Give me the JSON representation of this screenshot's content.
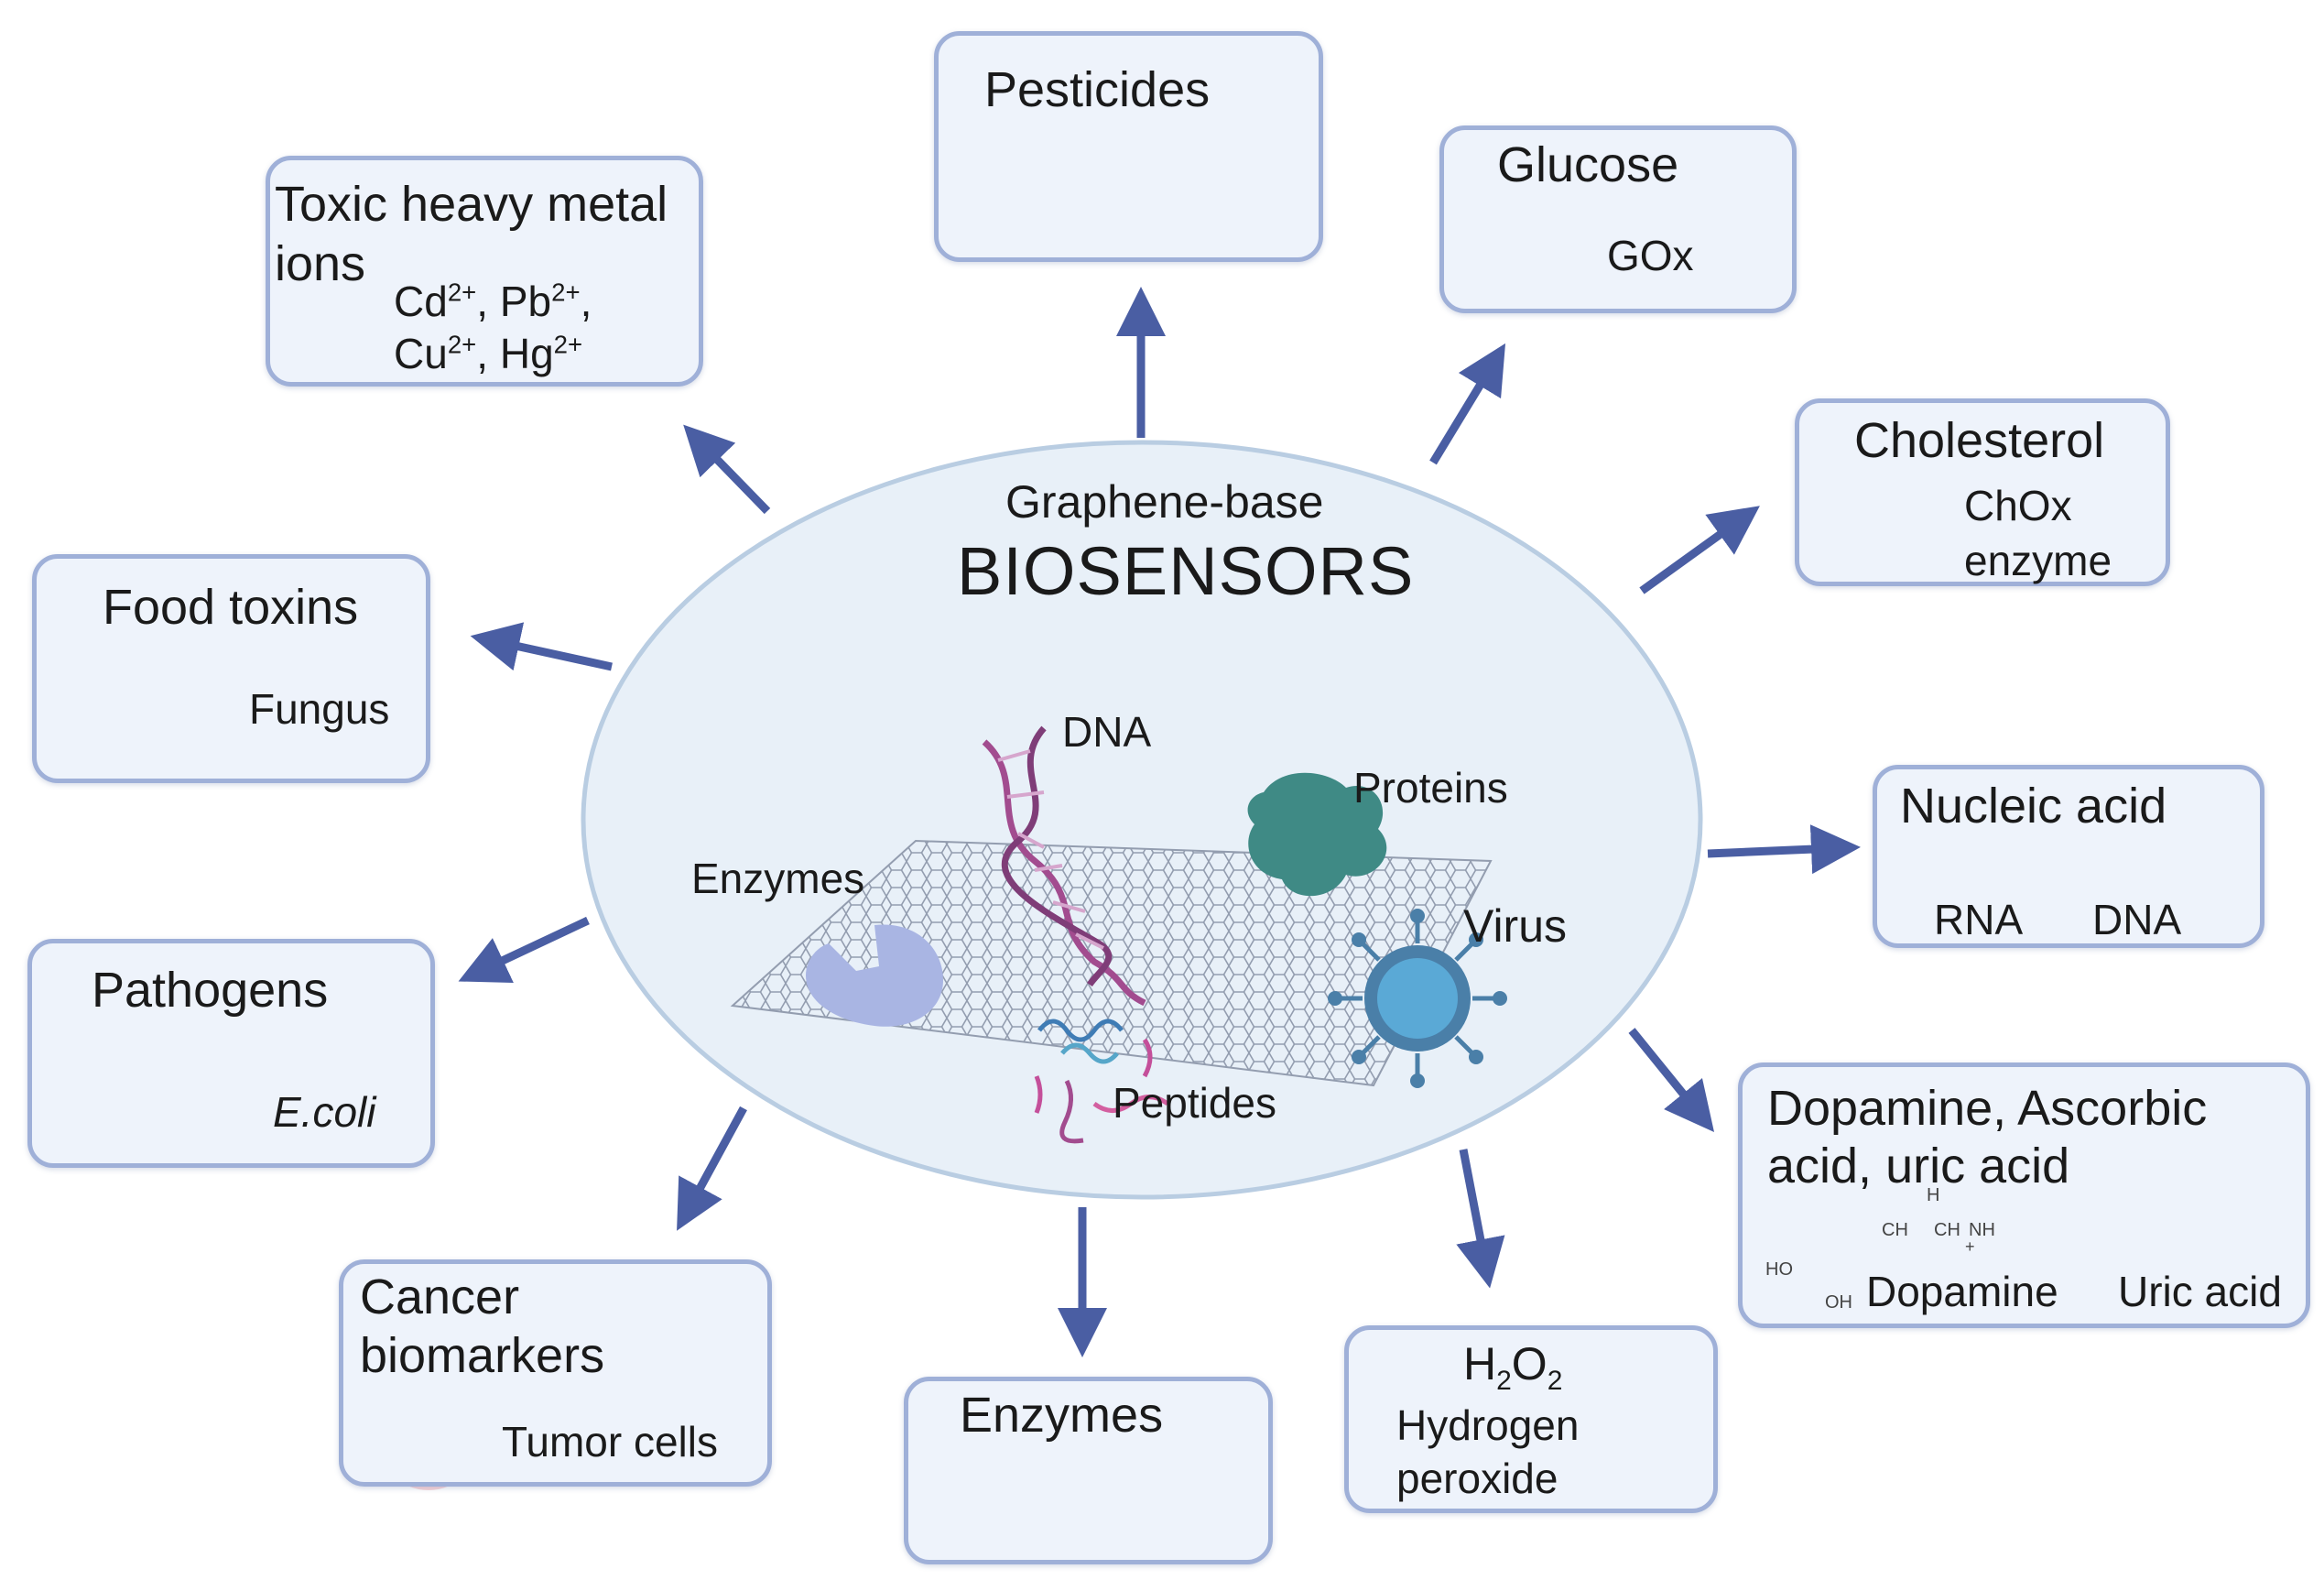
{
  "center": {
    "subtitle": "Graphene-base",
    "title": "BIOSENSORS",
    "labels": {
      "dna": "DNA",
      "proteins": "Proteins",
      "enzymes": "Enzymes",
      "virus": "Virus",
      "peptides": "Peptides"
    }
  },
  "boxes": {
    "pesticides": {
      "title": "Pesticides"
    },
    "glucose": {
      "title": "Glucose",
      "sub": "GOx"
    },
    "heavy_metals": {
      "title_line1": "Toxic heavy metal",
      "title_line2": "ions",
      "ions": [
        "Cd",
        "2+",
        "Pb",
        "2+",
        "Cu",
        "2+",
        "Hg",
        "2+"
      ]
    },
    "cholesterol": {
      "title": "Cholesterol",
      "sub1": "ChOx",
      "sub2": "enzyme"
    },
    "food_toxins": {
      "title": "Food toxins",
      "sub": "Fungus"
    },
    "nucleic_acid": {
      "title": "Nucleic acid",
      "rna": "RNA",
      "dna": "DNA"
    },
    "pathogens": {
      "title": "Pathogens",
      "sub": "E.coli"
    },
    "dopamine": {
      "title_line1": "Dopamine, Ascorbic",
      "title_line2": "acid, uric acid",
      "label_dopamine": "Dopamine",
      "label_uric": "Uric acid",
      "chem_ho": "HO",
      "chem_oh": "OH",
      "chem_chain": "CH",
      "chem_h": "H",
      "chem_nh": "NH",
      "chem_plus": "+"
    },
    "cancer": {
      "title_line1": "Cancer",
      "title_line2": "biomarkers",
      "sub": "Tumor cells"
    },
    "enzymes": {
      "title": "Enzymes"
    },
    "h2o2": {
      "formula_h": "H",
      "formula_2a": "2",
      "formula_o": "O",
      "formula_2b": "2",
      "line2": "Hydrogen",
      "line3": "peroxide"
    }
  },
  "colors": {
    "box_border": "#9fb0d8",
    "box_fill": "#eef3fb",
    "arrow": "#4a5ea3",
    "ellipse_fill": "#e8f0f8",
    "ellipse_border": "#b9cde2",
    "enzyme": "#a9b5e3",
    "protein": "#3f8a85",
    "chox": "#1f6d8c",
    "virus": "#5aa9d6"
  }
}
